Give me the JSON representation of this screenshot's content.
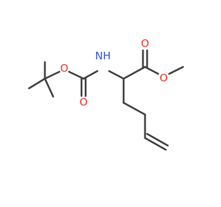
{
  "structure": {
    "atoms": [
      {
        "id": "nh",
        "text": "NH",
        "color": "#2f4fd6"
      },
      {
        "id": "o-boc-ether",
        "text": "O",
        "color": "#e8332b"
      },
      {
        "id": "o-boc-carbonyl",
        "text": "O",
        "color": "#e8332b"
      },
      {
        "id": "o-ester-carbonyl",
        "text": "O",
        "color": "#e8332b"
      },
      {
        "id": "o-ester-ether",
        "text": "O",
        "color": "#e8332b"
      }
    ],
    "bond_color": "#3c3c3c",
    "background": "#ffffff"
  }
}
